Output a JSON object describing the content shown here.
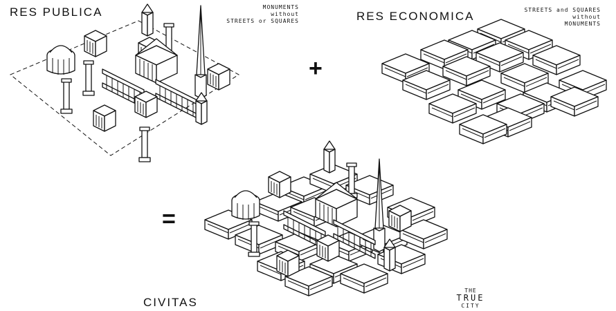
{
  "panels": {
    "res_publica": {
      "title": "RES PUBLICA",
      "note_line1": "MONUMENTS",
      "note_line2": "without",
      "note_line3": "STREETS or SQUARES"
    },
    "res_economica": {
      "title": "RES ECONOMICA",
      "note_line1": "STREETS and SQUARES",
      "note_line2": "without",
      "note_line3": "MONUMENTS"
    },
    "civitas": {
      "title": "CIVITAS",
      "note_line1": "THE",
      "note_line2": "TRUE",
      "note_line3": "CITY"
    }
  },
  "operators": {
    "plus": "+",
    "equals": "="
  }
}
